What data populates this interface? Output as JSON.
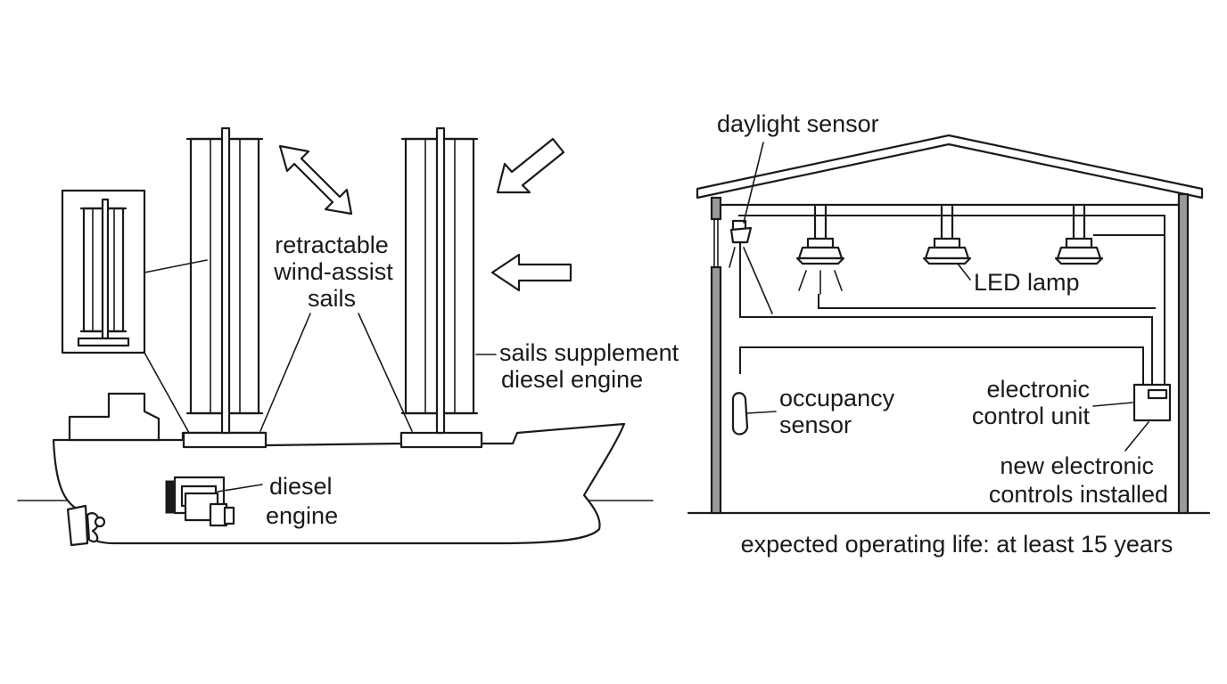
{
  "ship_panel": {
    "sails_label": [
      "retractable",
      "wind-assist",
      "sails"
    ],
    "supplement_label": [
      "sails supplement",
      "diesel engine"
    ],
    "engine_label": [
      "diesel",
      "engine"
    ]
  },
  "building_panel": {
    "daylight_sensor_label": "daylight sensor",
    "led_lamp_label": "LED lamp",
    "occupancy_sensor_label": [
      "occupancy",
      "sensor"
    ],
    "control_unit_label": [
      "electronic",
      "control unit"
    ],
    "new_controls_label": [
      "new electronic",
      "controls installed"
    ],
    "operating_life_label": "expected operating life: at least 15 years"
  }
}
